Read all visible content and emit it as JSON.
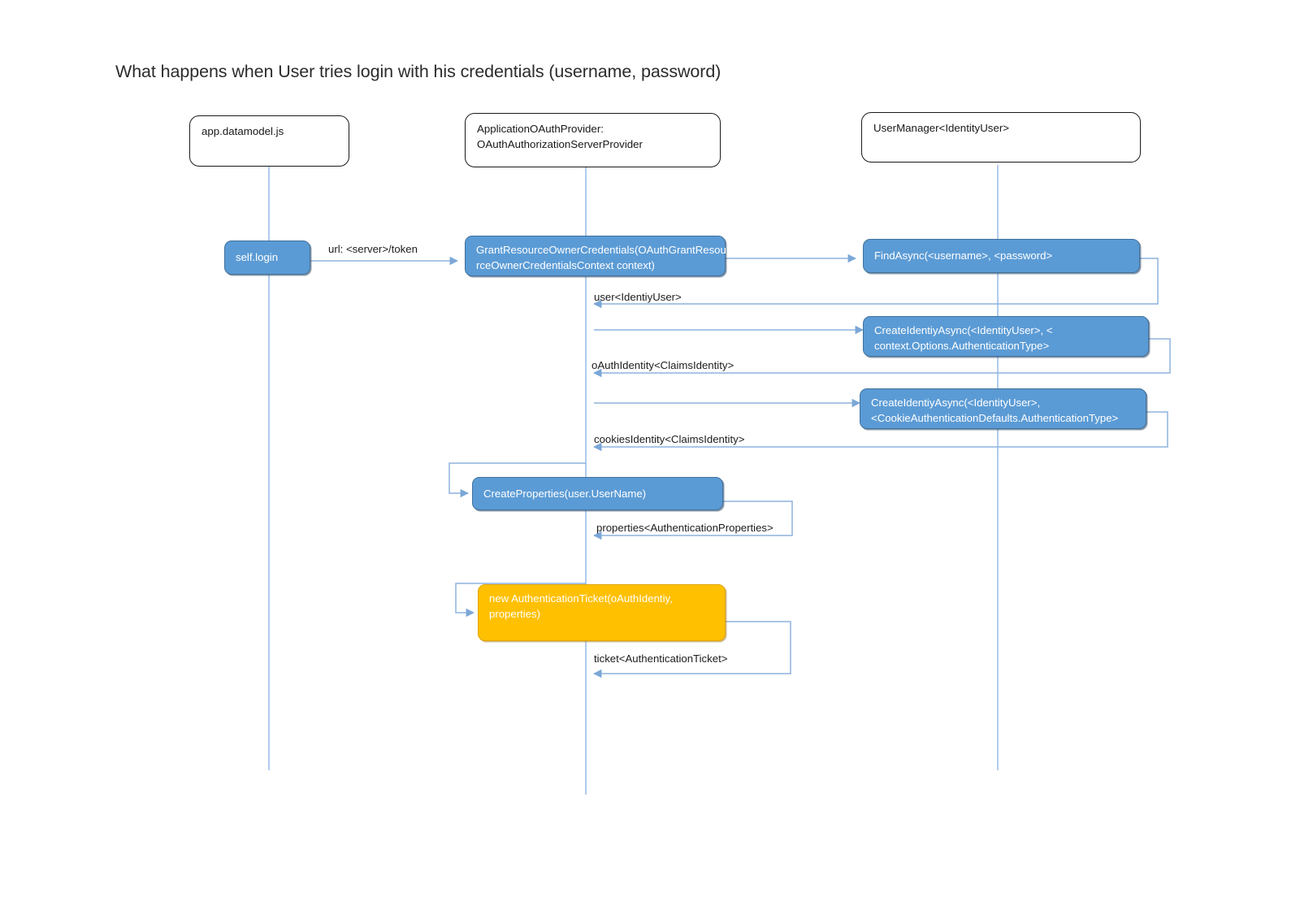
{
  "diagram": {
    "title": "What happens when User tries login with his credentials (username, password)",
    "type": "uml-sequence-diagram",
    "colors": {
      "message_fill": "#5B9BD5",
      "message_border": "#41719C",
      "accent_fill": "#FFC000",
      "accent_border": "#E0A400",
      "lifeline_line": "#8EB4E3",
      "head_border": "#1A1A1A",
      "text_dark": "#1C1C1C",
      "text_light": "#FFFFFF"
    },
    "lifelines": [
      {
        "id": "client",
        "label": "app.datamodel.js"
      },
      {
        "id": "provider",
        "label": "ApplicationOAuthProvider:\nOAuthAuthorizationServerProvider"
      },
      {
        "id": "usermanager",
        "label": "UserManager<IdentityUser>"
      }
    ],
    "lifeline_head_lines": {
      "client": [
        "app.datamodel.js"
      ],
      "provider": [
        "ApplicationOAuthProvider:",
        "OAuthAuthorizationServerProvider"
      ],
      "usermanager": [
        "UserManager<IdentityUser>"
      ]
    },
    "activations": [
      {
        "id": "self-login",
        "label": "self.login",
        "lifeline": "client",
        "style": "message_fill",
        "lines": [
          "self.login"
        ]
      },
      {
        "id": "grant-resource-owner-credentials",
        "label": "GrantResourceOwnerCredentials(OAuthGrantResourceOwnerCredentialsContext context)",
        "lifeline": "provider",
        "style": "message_fill",
        "lines": [
          "GrantResourceOwnerCredentials(OAuthGrantResou",
          "rceOwnerCredentialsContext context)"
        ]
      },
      {
        "id": "find-async",
        "label": "FindAsync(<username>, <password>",
        "lifeline": "usermanager",
        "style": "message_fill",
        "lines": [
          "FindAsync(<username>, <password>"
        ]
      },
      {
        "id": "create-identity-async-oauth",
        "label": "CreateIdentiyAsync(<IdentityUser>, <context.Options.AuthenticationType>",
        "lifeline": "usermanager",
        "style": "message_fill",
        "lines": [
          "CreateIdentiyAsync(<IdentityUser>, <",
          "context.Options.AuthenticationType>"
        ]
      },
      {
        "id": "create-identity-async-cookie",
        "label": "CreateIdentiyAsync(<IdentityUser>, <CookieAuthenticationDefaults.AuthenticationType>",
        "lifeline": "usermanager",
        "style": "message_fill",
        "lines": [
          "CreateIdentiyAsync(<IdentityUser>,",
          "<CookieAuthenticationDefaults.AuthenticationType>"
        ]
      },
      {
        "id": "create-properties",
        "label": "CreateProperties(user.UserName)",
        "lifeline": "provider",
        "style": "message_fill",
        "lines": [
          "CreateProperties(user.UserName)"
        ]
      },
      {
        "id": "new-authentication-ticket",
        "label": "new AuthenticationTicket(oAuthIdentiy, properties)",
        "lifeline": "provider",
        "style": "accent_fill",
        "lines": [
          "new AuthenticationTicket(oAuthIdentiy,",
          "properties)"
        ]
      }
    ],
    "messages": [
      {
        "id": "m1",
        "label": "url: <server>/token",
        "kind": "call",
        "from": "client",
        "to": "provider"
      },
      {
        "id": "m2",
        "label": "user<IdentiyUser>",
        "kind": "return",
        "from": "usermanager",
        "to": "provider"
      },
      {
        "id": "m3",
        "label": "oAuthIdentity<ClaimsIdentity>",
        "kind": "return",
        "from": "usermanager",
        "to": "provider"
      },
      {
        "id": "m4",
        "label": "cookiesIdentity<ClaimsIdentity>",
        "kind": "return",
        "from": "usermanager",
        "to": "provider"
      },
      {
        "id": "m5",
        "label": "properties<AuthenticationProperties>",
        "kind": "return",
        "from": "provider",
        "to": "provider"
      },
      {
        "id": "m6",
        "label": "ticket<AuthenticationTicket>",
        "kind": "return",
        "from": "provider",
        "to": "provider"
      }
    ]
  }
}
